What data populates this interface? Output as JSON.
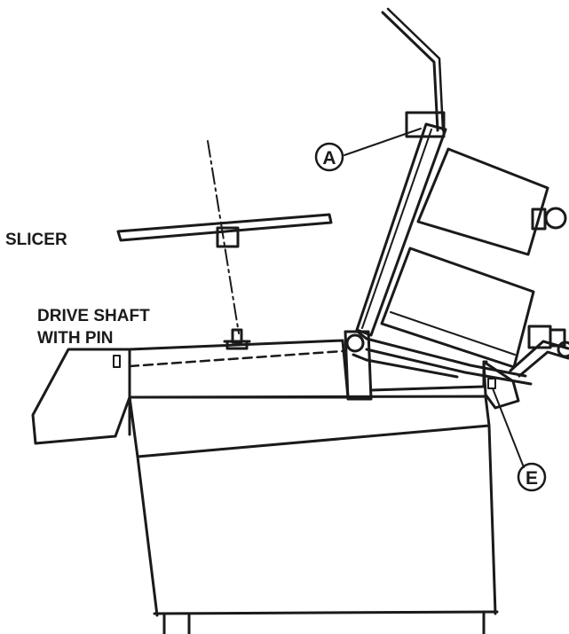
{
  "labels": {
    "slicer": "SLICER",
    "drive_shaft_line1": "DRIVE SHAFT",
    "drive_shaft_line2": "WITH PIN"
  },
  "callouts": {
    "a": "A",
    "e": "E"
  },
  "colors": {
    "ink": "#1a1a1a",
    "paper": "#ffffff"
  }
}
